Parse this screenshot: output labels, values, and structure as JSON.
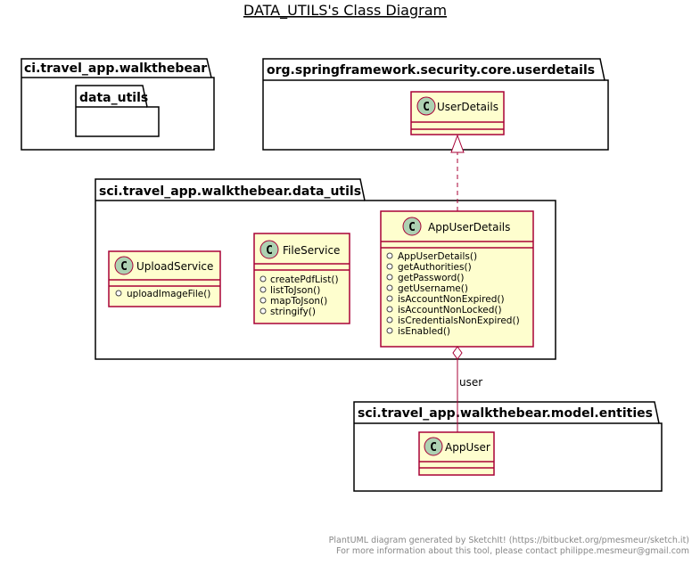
{
  "title": "DATA_UTILS's Class Diagram",
  "colors": {
    "class_fill": "#FEFECE",
    "class_border": "#A80036",
    "class_icon": "#ADD1B2",
    "relation_line": "#A80036",
    "package_fill": "#FFFFFF",
    "package_border": "#000000"
  },
  "packages": {
    "walkthebear": {
      "name": "ci.travel_app.walkthebear",
      "inner_package": "data_utils"
    },
    "userdetails": {
      "name": "org.springframework.security.core.userdetails"
    },
    "data_utils": {
      "name": "sci.travel_app.walkthebear.data_utils"
    },
    "entities": {
      "name": "sci.travel_app.walkthebear.model.entities"
    }
  },
  "classes": {
    "userdetails": {
      "name": "UserDetails",
      "stereotype": "C",
      "methods": []
    },
    "upload_service": {
      "name": "UploadService",
      "stereotype": "C",
      "methods": [
        "uploadImageFile()"
      ]
    },
    "file_service": {
      "name": "FileService",
      "stereotype": "C",
      "methods": [
        "createPdfList()",
        "listToJson()",
        "mapToJson()",
        "stringify()"
      ]
    },
    "app_user_details": {
      "name": "AppUserDetails",
      "stereotype": "C",
      "methods": [
        "AppUserDetails()",
        "getAuthorities()",
        "getPassword()",
        "getUsername()",
        "isAccountNonExpired()",
        "isAccountNonLocked()",
        "isCredentialsNonExpired()",
        "isEnabled()"
      ]
    },
    "app_user": {
      "name": "AppUser",
      "stereotype": "C",
      "methods": []
    }
  },
  "relations": {
    "realization": {
      "from": "AppUserDetails",
      "to": "UserDetails"
    },
    "aggregation": {
      "from": "AppUserDetails",
      "to": "AppUser",
      "label": "user"
    }
  },
  "footer": {
    "line1": "PlantUML diagram generated by SketchIt! (https://bitbucket.org/pmesmeur/sketch.it)",
    "line2": "For more information about this tool, please contact philippe.mesmeur@gmail.com"
  }
}
